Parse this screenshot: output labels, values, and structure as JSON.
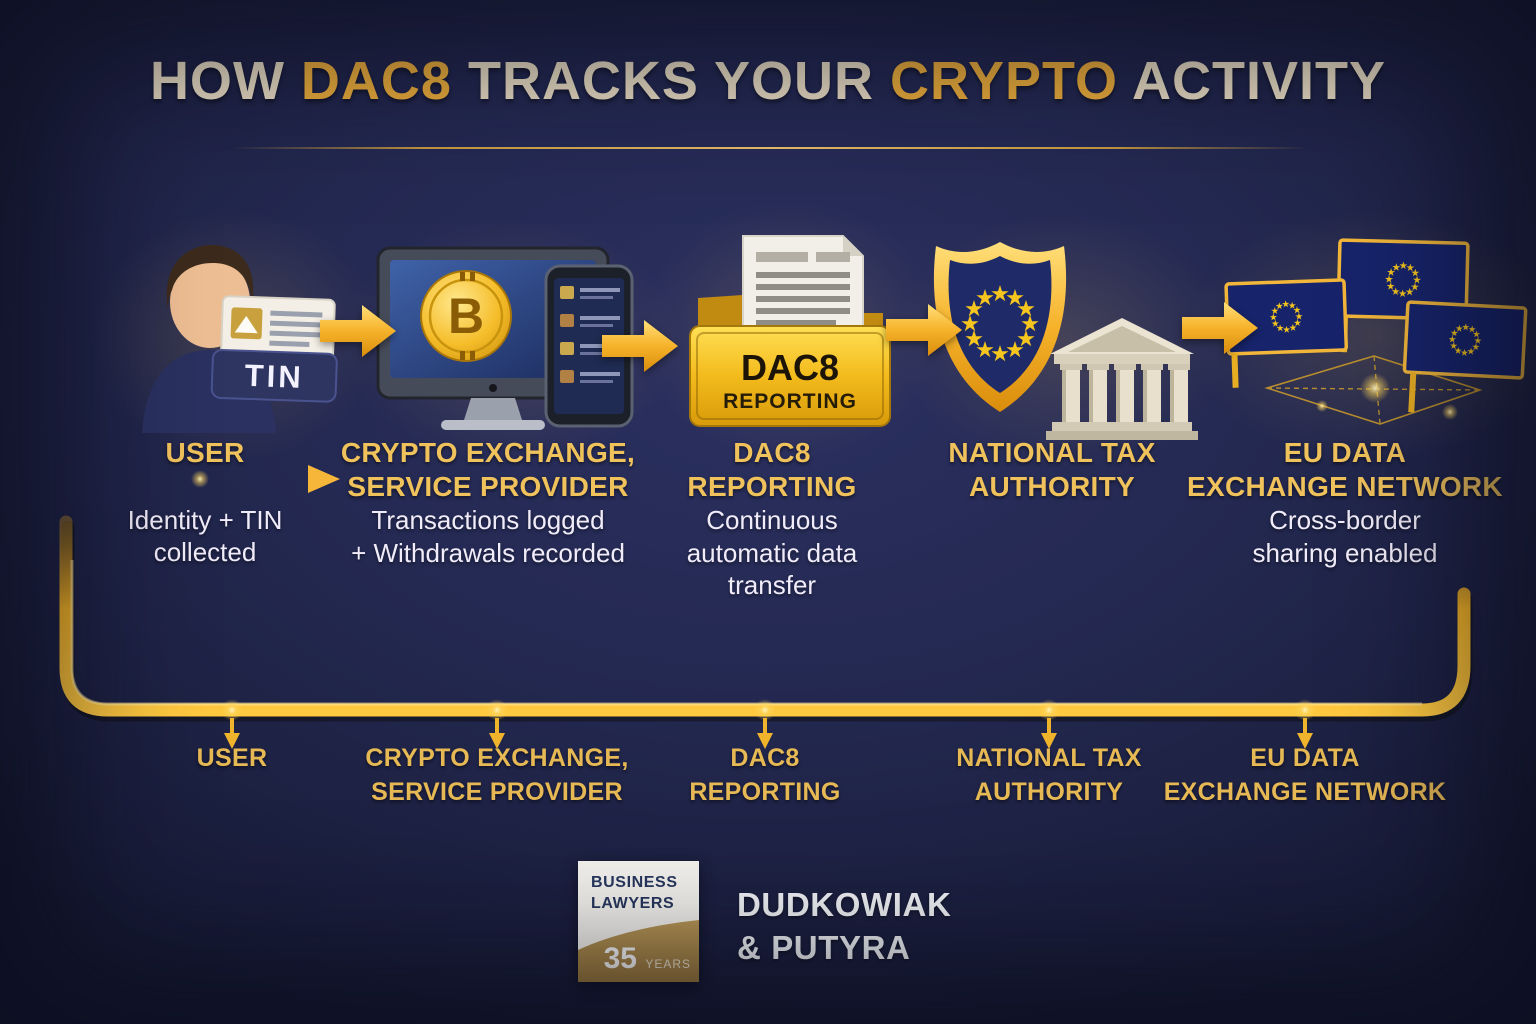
{
  "title": {
    "part1": "HOW ",
    "part2": "DAC8",
    "part3": " TRACKS YOUR ",
    "part4": "CRYPTO",
    "part5": " ACTIVITY"
  },
  "colors": {
    "background_navy": "#20244a",
    "accent_gold": "#f2b23a",
    "title_cream": "#f0e3c8",
    "stage_label_gold": "#f0c25c",
    "timeline_label_gold": "#e6b955",
    "sub_text_white": "#f1ecf9",
    "eu_flag_blue": "#17246b",
    "folder_gold": "#f3bb1c"
  },
  "stages": [
    {
      "name": "USER",
      "sub": "Identity + TIN\ncollected"
    },
    {
      "name": "CRYPTO EXCHANGE,\nSERVICE PROVIDER",
      "sub": "Transactions logged\n+ Withdrawals recorded"
    },
    {
      "name": "DAC8\nREPORTING",
      "sub": "Continuous\nautomatic data\ntransfer"
    },
    {
      "name": "NATIONAL TAX\nAUTHORITY",
      "sub": ""
    },
    {
      "name": "EU DATA\nEXCHANGE NETWORK",
      "sub": "Cross-border\nsharing enabled"
    }
  ],
  "icons": {
    "tin_label": "TIN",
    "bitcoin_letter": "B",
    "folder_title": "DAC8",
    "folder_subtitle": "REPORTING"
  },
  "timeline": {
    "labels": [
      "USER",
      "CRYPTO EXCHANGE,\nSERVICE PROVIDER",
      "DAC8\nREPORTING",
      "NATIONAL TAX\nAUTHORITY",
      "EU DATA\nEXCHANGE NETWORK"
    ]
  },
  "footer": {
    "badge_line1": "BUSINESS",
    "badge_line2": "LAWYERS",
    "badge_number": "35",
    "badge_years": "YEARS",
    "firm_line1": "DUDKOWIAK",
    "firm_line2": "& PUTYRA"
  }
}
